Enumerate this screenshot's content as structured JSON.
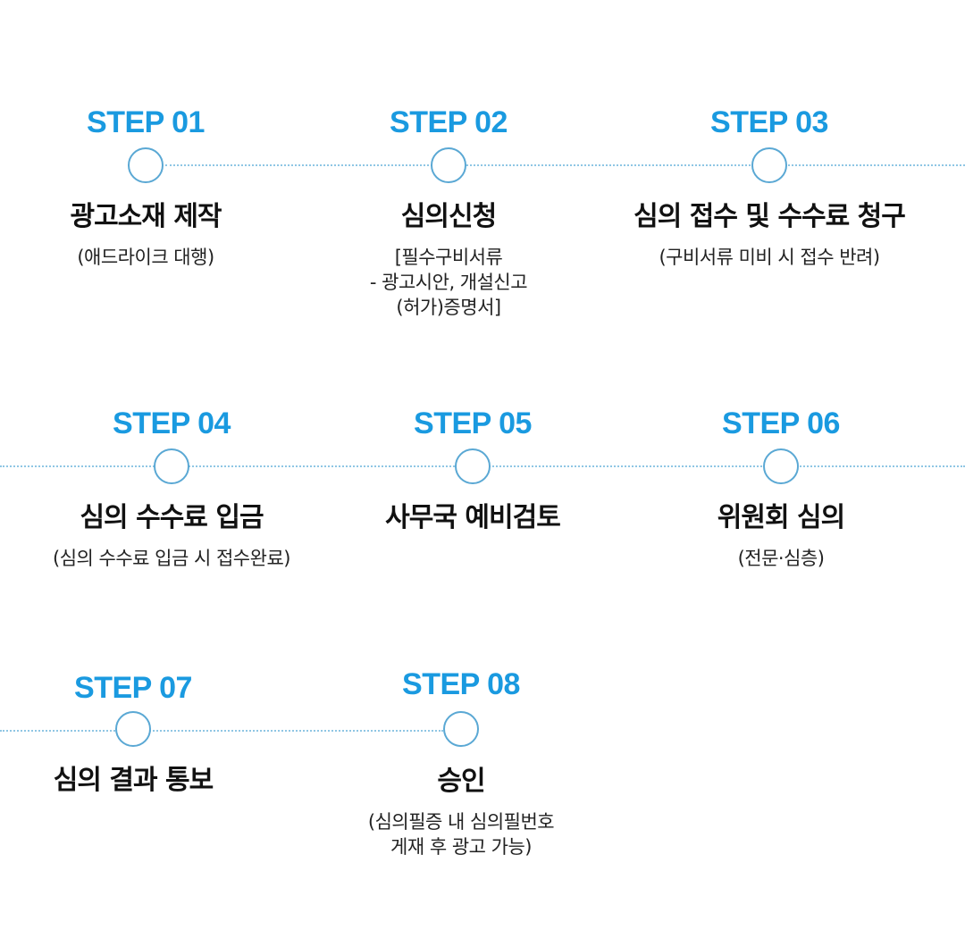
{
  "colors": {
    "accent": "#1a9ae0",
    "node_border": "#5aa8d4",
    "line": "#8fc6e4",
    "text": "#111111"
  },
  "steps": [
    {
      "label": "STEP 01",
      "title": "광고소재 제작",
      "desc": [
        "(애드라이크 대행)"
      ]
    },
    {
      "label": "STEP 02",
      "title": "심의신청",
      "desc": [
        "[필수구비서류",
        "- 광고시안, 개설신고",
        "(허가)증명서]"
      ]
    },
    {
      "label": "STEP 03",
      "title": "심의 접수 및 수수료 청구",
      "desc": [
        "(구비서류 미비 시 접수 반려)"
      ]
    },
    {
      "label": "STEP 04",
      "title": "심의 수수료 입금",
      "desc": [
        "(심의 수수료 입금 시 접수완료)"
      ]
    },
    {
      "label": "STEP 05",
      "title": "사무국 예비검토",
      "desc": []
    },
    {
      "label": "STEP 06",
      "title": "위원회 심의",
      "desc": [
        "(전문·심층)"
      ]
    },
    {
      "label": "STEP 07",
      "title": "심의 결과 통보",
      "desc": []
    },
    {
      "label": "STEP 08",
      "title": "승인",
      "desc": [
        "(심의필증 내 심의필번호",
        "게재 후 광고 가능)"
      ]
    }
  ]
}
